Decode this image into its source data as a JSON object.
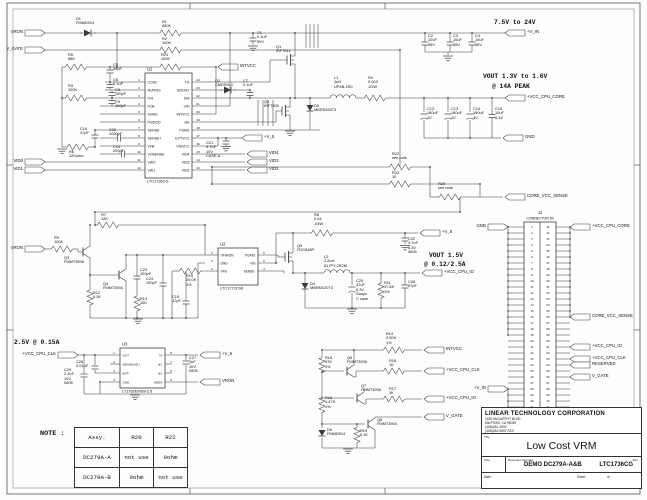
{
  "annotations": {
    "input_range": "7.5V to 24V",
    "vout_core_line1": "VOUT 1.3V to 1.6V",
    "vout_core_line2": "@ 14A PEAK",
    "vout_io_line1": "VOUT 1.5V",
    "vout_io_line2": "@ 0.12/2.5A",
    "ldo_output": "2.5V @ 0.15A",
    "note_label": "NOTE :"
  },
  "ics": {
    "u1": {
      "ref": "U1",
      "part": "LTC1736CG",
      "left_pins": [
        [
          "1",
          "COSC"
        ],
        [
          "2",
          "RUN/SS"
        ],
        [
          "3",
          "ITH"
        ],
        [
          "4",
          "FCB"
        ],
        [
          "5",
          "SGND"
        ],
        [
          "6",
          "PGOOD"
        ],
        [
          "7",
          "SENSE-"
        ],
        [
          "8",
          "SENSE+"
        ],
        [
          "9",
          "VFB"
        ],
        [
          "10",
          "VOSENSE"
        ],
        [
          "11",
          "VID0"
        ],
        [
          "12",
          "VID1"
        ]
      ],
      "right_pins": [
        [
          "24",
          "TG"
        ],
        [
          "23",
          "BOOST"
        ],
        [
          "22",
          "SW"
        ],
        [
          "21",
          "VIN"
        ],
        [
          "20",
          "INTVCC"
        ],
        [
          "19",
          "BG"
        ],
        [
          "18",
          "PGND"
        ],
        [
          "17",
          "EXTVCC"
        ],
        [
          "16",
          "VIDVCC"
        ],
        [
          "15",
          "VID4"
        ],
        [
          "14",
          "VID3"
        ],
        [
          "13",
          "VID2"
        ]
      ]
    },
    "u2": {
      "ref": "U2",
      "part": "LTC1772CS6",
      "left_pins": [
        [
          "1",
          "ITH/RUN"
        ],
        [
          "2",
          "GND"
        ],
        [
          "3",
          "VFB"
        ]
      ],
      "right_pins": [
        [
          "6",
          "PGATE"
        ],
        [
          "5",
          "VIN"
        ],
        [
          "4",
          "SENSE-"
        ]
      ]
    },
    "u3": {
      "ref": "U3",
      "part": "LT1762EMS8-2.5",
      "left_pins": [
        [
          "1",
          "OUT"
        ],
        [
          "2",
          "SENSE/ADJ"
        ],
        [
          "3",
          "BYP"
        ],
        [
          "4",
          "GND"
        ]
      ],
      "right_pins": [
        [
          "8",
          "IN"
        ],
        [
          "7",
          "NC"
        ],
        [
          "6",
          "NC"
        ],
        [
          "5",
          "SHDN"
        ]
      ]
    },
    "j1": {
      "ref": "J1",
      "name": "CONNECTOR 80"
    }
  },
  "components": {
    "D1": "FMMD914",
    "R1": "680K",
    "R2": "100K",
    "R5": "68K",
    "R21": "100K",
    "R3": "100K",
    "C5": "39pF",
    "C6": "0.1uF",
    "C8": "100pF",
    "C9": "100pF",
    "C19": "47pF",
    "R6": "12Kohm",
    "C20": "1000pF",
    "C10": "200pF",
    "C1": "0.1uF\n50V",
    "Q1": "IRF7811",
    "D2": "CMDSH-3",
    "C7": "0.1uF",
    "Q2": "IRF7809",
    "D5": "MBRS330T3",
    "C21": "4.7uF\n10V\nCASE-A",
    "C2": "10uF\n35V",
    "C3": "10uF\n35V",
    "C4": "10uF\n35V",
    "L1": "1uH\nUP4B-1R0",
    "R4": "0.003\n1/2W",
    "C12": "180uF\n4V",
    "C13": "180uF\n4V",
    "C14": "180uF\n4V",
    "C18": "10uF\n6.3V",
    "R22": "see note",
    "R23": "10",
    "R20": "see note",
    "R7": "12K",
    "R9": "100K",
    "Q3": "FMMT3906",
    "Q4": "FMMT3904",
    "R12": "6.2K",
    "C23": "100pF",
    "R13": "10K",
    "C24": "100pF",
    "R10": "20.0K\n1%",
    "C15": "47pF",
    "R8": "0.04\n1/4W",
    "Q5": "FDC638P",
    "L2": "2.2uH\n617PY-2R2M",
    "D4": "MBRM120T3",
    "C25": "47uF\n6.3V\nSanyo\nC case",
    "R11": "17.8K\n1%",
    "C26": "47pF",
    "C22": "4.7uF\n6.3V\n0805",
    "R14": "2.00K\n1%",
    "R15": "976\n1%",
    "R16": "1K",
    "R17": "1K",
    "R18": "1.47K\n1%",
    "R19": "5.1K",
    "Q6": "FMMT3906",
    "Q7": "FMMT3906",
    "Q8": "FMMT3904",
    "D6": "FMMD914",
    "C29": "2.2uF\n10V\n0805",
    "C28": "0.01uF",
    "C27": "1uF\n10V\n0805"
  },
  "flags": [
    "VRON",
    "V_GATE",
    "VID0",
    "VID1",
    "INTVCC",
    "+V_5",
    "VID4",
    "VID3",
    "VID2",
    "+V_IN",
    "+VCC_CPU_CORE",
    "GND",
    "CORE_VCC_SENSE",
    "VRON",
    "+V_5",
    "+VCC_CPU_IO",
    "INTVCC",
    "+VCC_CPU_CLK",
    "+VCC_CPU_IO",
    "V_GATE",
    "+VCC_CPU_CLK",
    "+V_5",
    "VRON",
    "GND",
    "+VCC_CPU_CORE",
    "CORE_VCC_SENSE",
    "+VCC_CPU_IO",
    "+VCC_CPU_CLK",
    "RESERVED",
    "V_GATE",
    "+V_IN"
  ],
  "note_table": {
    "headers": [
      "Assy.",
      "R20",
      "R22"
    ],
    "rows": [
      [
        "DC279A-A",
        "not use",
        "0ohm"
      ],
      [
        "DC279A-B",
        "0ohm",
        "not use"
      ]
    ]
  },
  "title_block": {
    "company": "LINEAR TECHNOLOGY CORPORATION",
    "address": [
      "1630 McCARTHY BLVD.",
      "MILPITAS, CA 95035",
      "(408)432-1900",
      "(408)434-0507 FAX"
    ],
    "title_label": "Title",
    "title": "Low Cost VRM",
    "size_label": "Size",
    "doc_label": "Document Number",
    "rev_label": "Rev",
    "doc_number": "DEMO DC279A-A&B",
    "part": "LTC1736CG",
    "date_label": "Date:",
    "sheet_label": "Sheet",
    "of_label": "of"
  }
}
